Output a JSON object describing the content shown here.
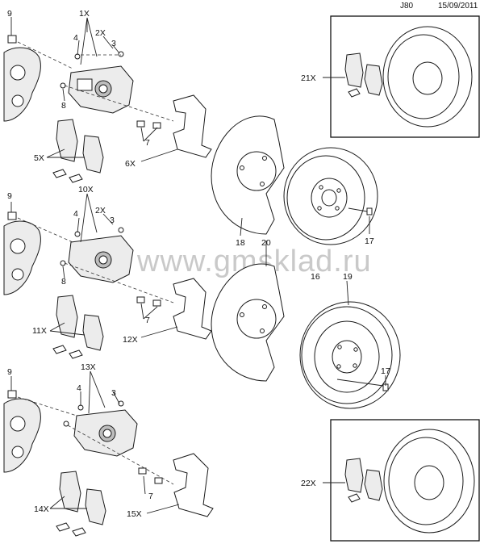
{
  "header": {
    "code": "J80",
    "date": "15/09/2011"
  },
  "watermark": "www.gmsklad.ru",
  "callouts": {
    "kit_1": "1X",
    "kit_2": "2X",
    "kit_5": "5X",
    "kit_6": "6X",
    "kit_10": "10X",
    "kit_11": "11X",
    "kit_12": "12X",
    "kit_13": "13X",
    "kit_14": "14X",
    "kit_15": "15X",
    "kit_21": "21X",
    "kit_22": "22X",
    "part_3": "3",
    "part_4": "4",
    "part_7": "7",
    "part_8": "8",
    "part_9": "9",
    "part_16": "16",
    "part_17": "17",
    "part_18": "18",
    "part_19": "19",
    "part_20": "20"
  }
}
